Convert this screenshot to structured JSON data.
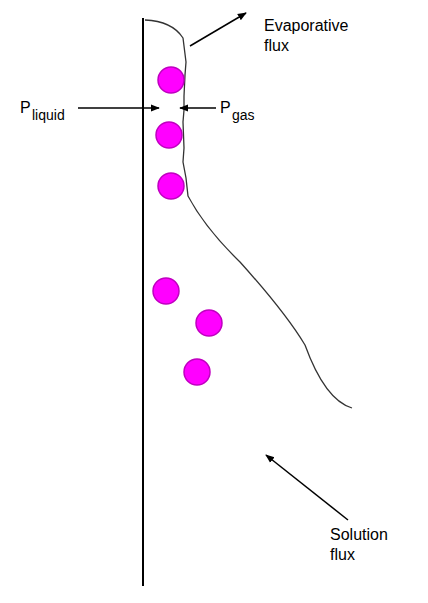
{
  "diagram": {
    "labels": [
      "Evaporative flux",
      "P",
      "liquid",
      "P",
      "gas",
      "Solution flux"
    ]
  }
}
